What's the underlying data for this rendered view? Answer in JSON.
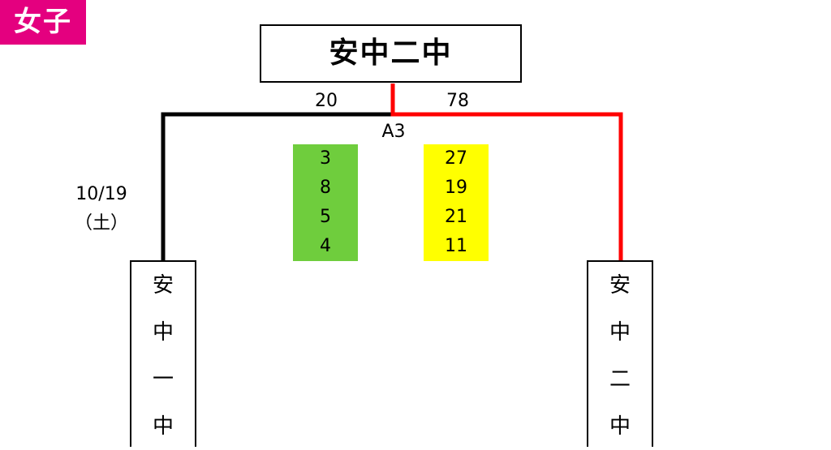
{
  "category": "女子",
  "winner": "安中二中",
  "match": {
    "code": "A3",
    "date": "10/19",
    "day": "（土）",
    "left_team": {
      "chars": [
        "安",
        "中",
        "一",
        "中"
      ],
      "total": "20",
      "periods": [
        "3",
        "8",
        "5",
        "4"
      ]
    },
    "right_team": {
      "chars": [
        "安",
        "中",
        "二",
        "中"
      ],
      "total": "78",
      "periods": [
        "27",
        "19",
        "21",
        "11"
      ]
    }
  },
  "colors": {
    "badge": "#e4007f",
    "winner_line": "#ff0000",
    "loser_line": "#000000",
    "left_scores_bg": "#6fcd3d",
    "right_scores_bg": "#ffff00"
  }
}
